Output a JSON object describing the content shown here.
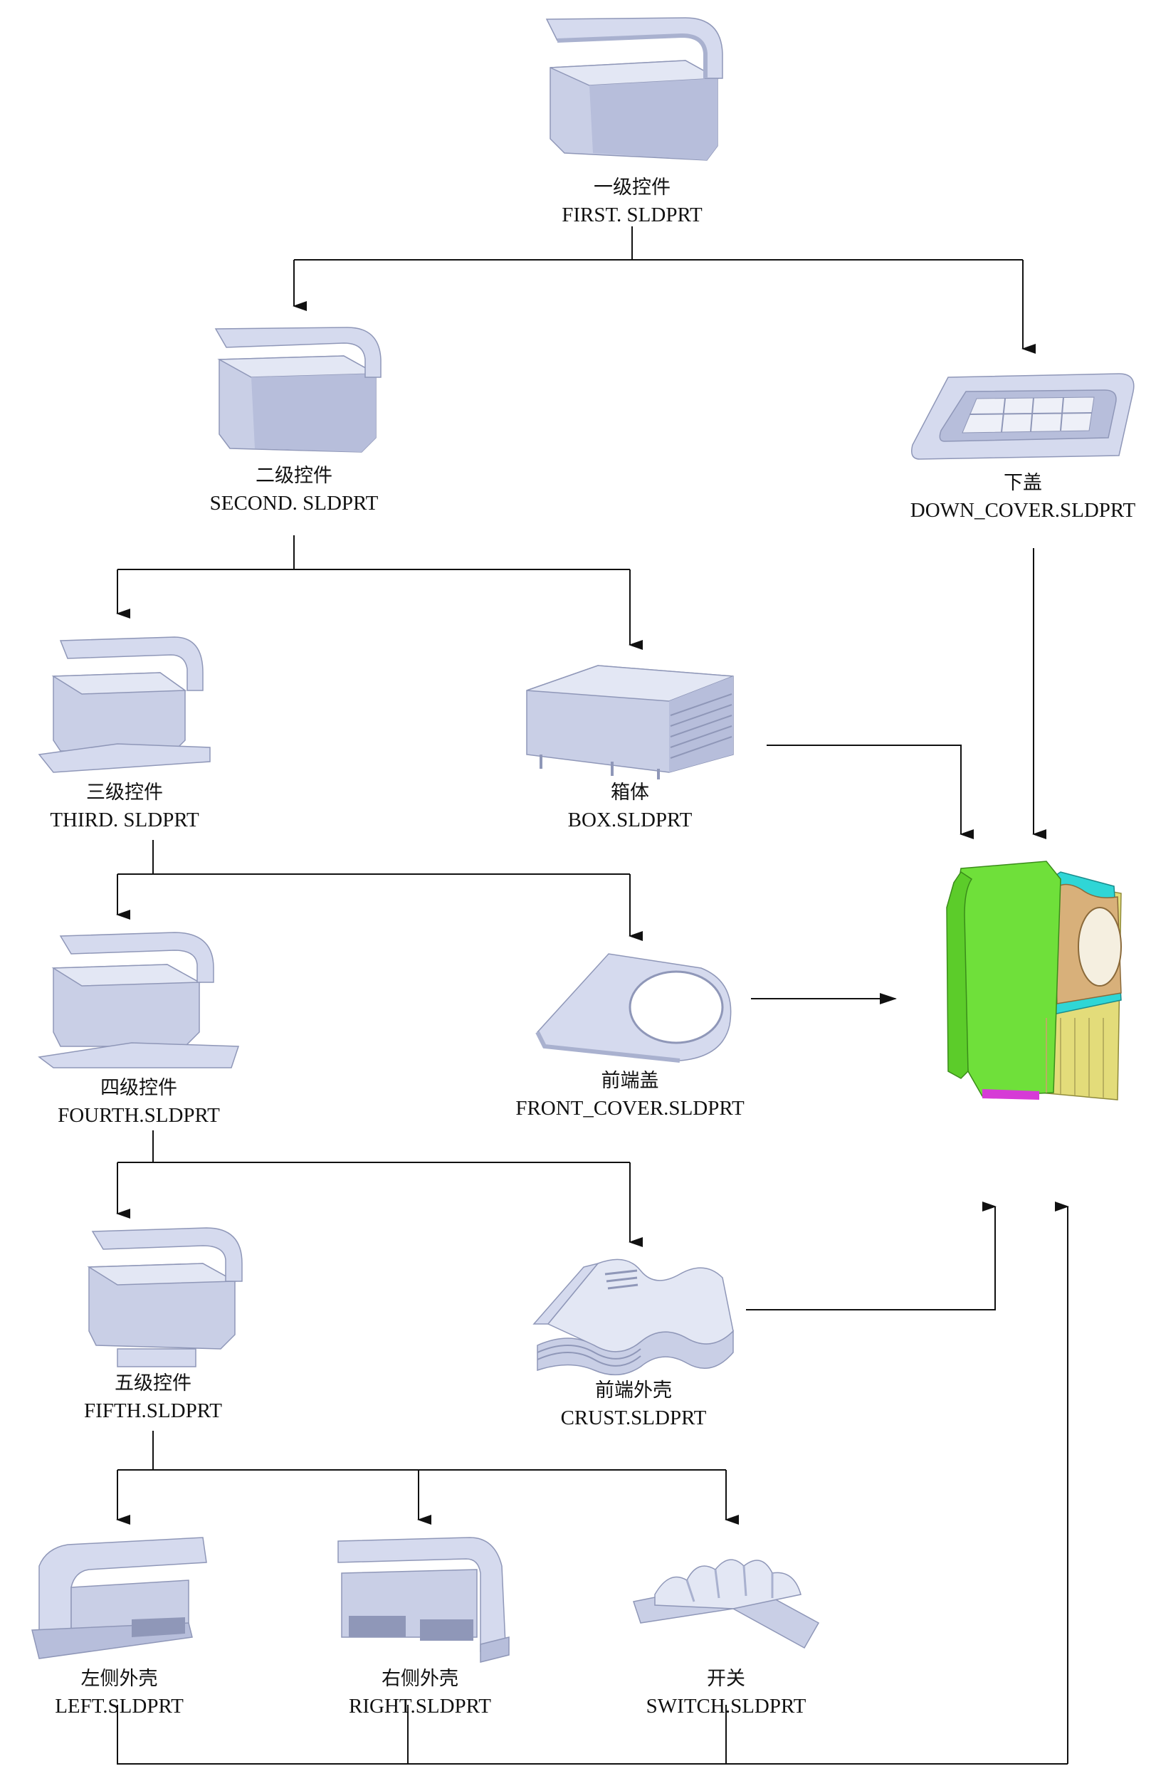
{
  "nodes": {
    "first": {
      "cn": "一级控件",
      "en": "FIRST. SLDPRT"
    },
    "second": {
      "cn": "二级控件",
      "en": "SECOND. SLDPRT"
    },
    "down_cover": {
      "cn": "下盖",
      "en": "DOWN_COVER.SLDPRT"
    },
    "third": {
      "cn": "三级控件",
      "en": "THIRD. SLDPRT"
    },
    "box": {
      "cn": "箱体",
      "en": "BOX.SLDPRT"
    },
    "fourth": {
      "cn": "四级控件",
      "en": "FOURTH.SLDPRT"
    },
    "front_cover": {
      "cn": "前端盖",
      "en": "FRONT_COVER.SLDPRT"
    },
    "fifth": {
      "cn": "五级控件",
      "en": "FIFTH.SLDPRT"
    },
    "crust": {
      "cn": "前端外壳",
      "en": "CRUST.SLDPRT"
    },
    "left": {
      "cn": "左侧外壳",
      "en": "LEFT.SLDPRT"
    },
    "right": {
      "cn": "右侧外壳",
      "en": "RIGHT.SLDPRT"
    },
    "switch": {
      "cn": "开关",
      "en": "SWITCH.SLDPRT"
    }
  },
  "colors": {
    "part_fill": "#c9cfe6",
    "part_shade": "#a9b1cf",
    "part_light": "#e3e7f4",
    "assembly_green": "#6fe03a",
    "assembly_tan": "#d8b07a",
    "assembly_cyan": "#2fd6d6",
    "assembly_yellow": "#e3dc7a",
    "assembly_magenta": "#d63bd6",
    "line": "#111111"
  }
}
